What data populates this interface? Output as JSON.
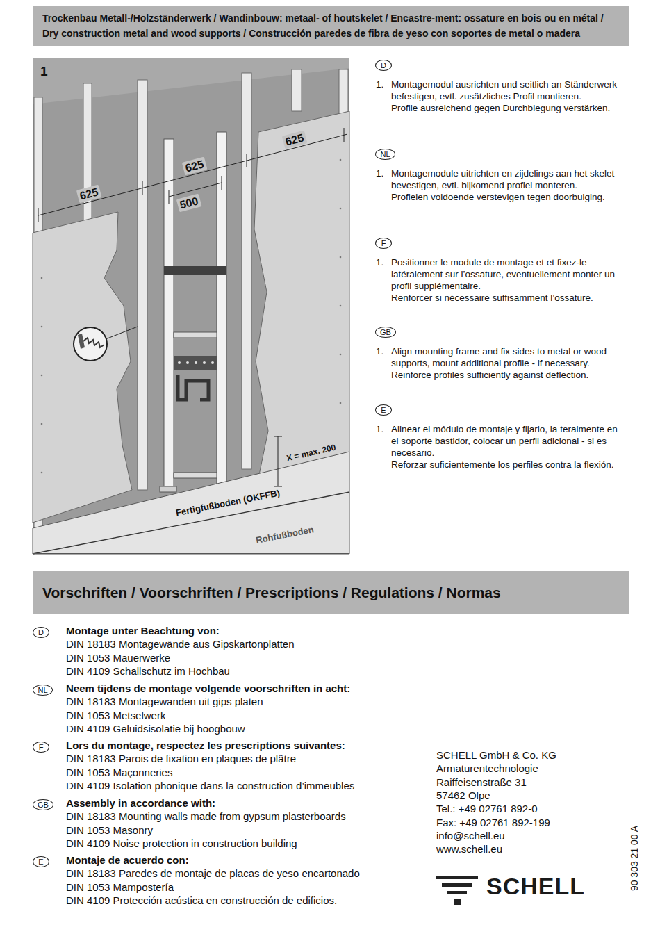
{
  "diagram": {
    "nodes": [
      {
        "text": [
          "Trockenbau Metall-/Holzständerwerk / Wandinbouw: metaal- of houtskelet / Encastre-ment: ossature en bois ou en métal / Dry construction metal and wood supports / Construcción paredes de fibra de yeso con soportes de metal o madera"
        ]
      },
      {
        "text": [
          "1"
        ]
      },
      {
        "text": [
          "D"
        ]
      },
      {
        "text": [
          "NL"
        ]
      },
      {
        "text": [
          "F"
        ]
      },
      {
        "text": [
          "GB"
        ]
      },
      {
        "text": [
          "E"
        ]
      },
      {
        "text": [
          "Vorschriften / Voorschriften / Prescriptions / Regulations / Normas"
        ]
      },
      {
        "text": [
          "D"
        ]
      },
      {
        "text": [
          "NL"
        ]
      },
      {
        "text": [
          "F"
        ]
      },
      {
        "text": [
          "GB"
        ]
      },
      {
        "text": [
          "E"
        ]
      }
    ],
    "labels": [
      "625",
      "625",
      "625",
      "500",
      "X = max. 200",
      "Fertigfußboden (OKFFB)",
      "Rohfußboden",
      "1.",
      "Montagemodul ausrichten und seitlich an Ständerwerk befestigen, evtl. zusätzliches Profil montieren.",
      "Profile ausreichend gegen Durchbiegung verstärken.",
      "1.",
      "Montagemodule uitrichten en zijdelings aan het skelet bevestigen, evtl. bijkomend profiel monteren.",
      "Profielen voldoende verstevigen tegen doorbuiging.",
      "1.",
      "Positionner le module de montage et et fixez-le latéralement sur l’ossature, eventuellement monter un profil supplémentaire.",
      "Renforcer si nécessaire suffisamment l’ossature.",
      "1.",
      "Align mounting frame and fix sides to metal or wood supports, mount additional profile - if necessary.",
      "Reinforce profiles sufficiently against deflection.",
      "1.",
      "Alinear el módulo de montaje y fijarlo, la teralmente en el soporte bastidor, colocar un perfil adicional - si es necesario.",
      "Reforzar suficientemente los perfiles contra la flexión.",
      "Montage unter Beachtung von:",
      "DIN 18183 Montagewände aus Gipskartonplatten",
      "DIN 1053 Mauerwerke",
      "DIN 4109 Schallschutz im Hochbau",
      "Neem tijdens de montage volgende voorschriften in acht:",
      "DIN 18183 Montagewanden uit gips platen",
      "DIN 1053 Metselwerk",
      "DIN 4109 Geluidsisolatie bij hoogbouw",
      "Lors du montage, respectez les prescriptions suivantes:",
      "DIN 18183 Parois de fixation en plaques de plâtre",
      "DIN 1053 Maçonneries",
      "DIN 4109 Isolation phonique dans la construction d’immeubles",
      "Assembly in accordance with:",
      "DIN 18183 Mounting walls made from gypsum plasterboards",
      "DIN 1053 Masonry",
      "DIN 4109 Noise protection in construction building",
      "Montaje de acuerdo con:",
      "DIN 18183 Paredes de montaje de placas de yeso encartonado",
      "DIN 1053 Mampostería",
      "DIN 4109 Protección acústica en construcción de edificios.",
      "SCHELL GmbH & Co. KG",
      "Armaturentechnologie",
      "Raiffeisenstraße 31",
      "57462 Olpe",
      "Tel.: +49 02761 892-0",
      "Fax: +49 02761 892-199",
      "info@schell.eu",
      "www.schell.eu",
      "SCHELL",
      "90 303 21 00 A"
    ]
  }
}
